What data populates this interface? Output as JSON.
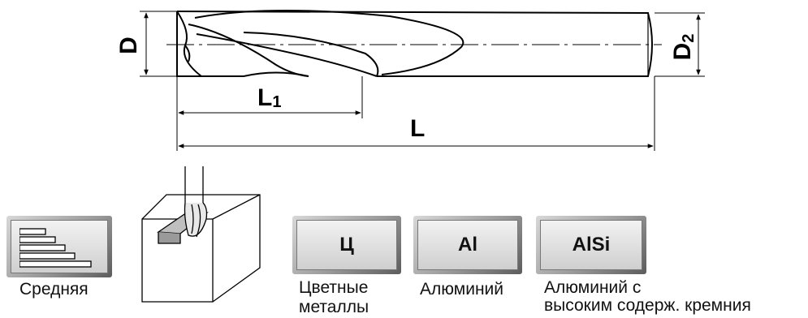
{
  "dimensions": {
    "d": "D",
    "d2": "D",
    "d2_sub": "2",
    "l1": "L",
    "l1_sub": "1",
    "l": "L"
  },
  "badges": {
    "nonferrous": "Ц",
    "aluminium": "Al",
    "alsi": "AlSi"
  },
  "captions": {
    "medium": "Средняя",
    "nonferrous_line1": "Цветные",
    "nonferrous_line2": "металлы",
    "aluminium": "Алюминий",
    "alsi_line1": "Алюминий с",
    "alsi_line2": "высоким содерж. кремния"
  }
}
